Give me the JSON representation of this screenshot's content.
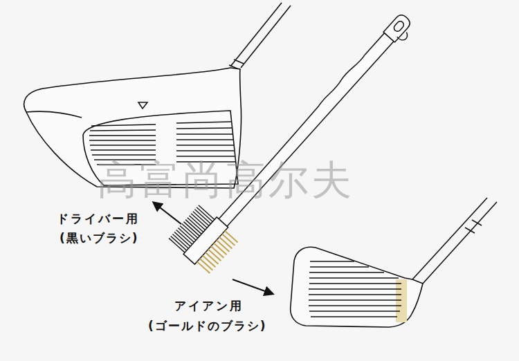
{
  "diagram": {
    "labels": [
      "ドライバー用",
      "(黒いブラシ)",
      "アイアン用",
      "(ゴールドのブラシ)",
      "高富尚高尔夫"
    ]
  }
}
